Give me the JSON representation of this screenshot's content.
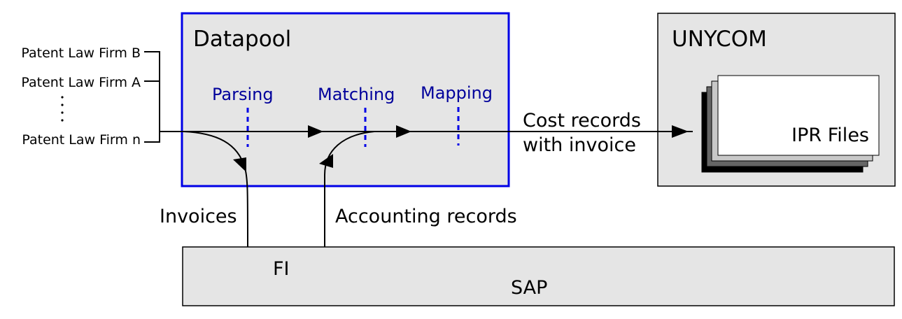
{
  "diagram": {
    "sources": {
      "items": [
        {
          "label": "Patent Law Firm B"
        },
        {
          "label": "Patent Law Firm A"
        },
        {
          "label": "Patent Law Firm n"
        }
      ],
      "ellipsis": "⋮"
    },
    "datapool": {
      "title": "Datapool",
      "steps": [
        {
          "label": "Parsing"
        },
        {
          "label": "Matching"
        },
        {
          "label": "Mapping"
        }
      ],
      "border_color": "#0000e6"
    },
    "output_flow": {
      "line1": "Cost records",
      "line2": "with invoice"
    },
    "unycom": {
      "title": "UNYCOM",
      "files_label": "IPR Files"
    },
    "inputs": {
      "invoices": "Invoices",
      "accounting": "Accounting records"
    },
    "sap": {
      "module": "FI",
      "title": "SAP"
    },
    "colors": {
      "box_fill": "#e5e5e5",
      "step_text": "#00009b",
      "step_marker": "#0000e6"
    }
  }
}
